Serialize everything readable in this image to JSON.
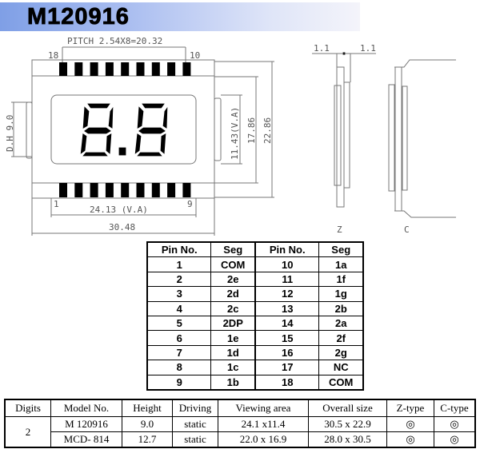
{
  "title": "M120916",
  "drawing": {
    "pitch": "PITCH 2.54X8=20.32",
    "pin_top_left": "18",
    "pin_top_right": "10",
    "pin_bottom_left": "1",
    "pin_bottom_right": "9",
    "va_width": "24.13 (V.A)",
    "overall_width": "30.48",
    "digit_height": "D.H 9.0",
    "va_height": "11.43(V.A)",
    "inner_height": "17.86",
    "overall_height": "22.86",
    "side_dim_left": "1.1",
    "side_dim_right": "1.1",
    "z_label": "Z",
    "c_label": "C"
  },
  "pin_table": {
    "headers": [
      "Pin No.",
      "Seg",
      "Pin No.",
      "Seg"
    ],
    "rows": [
      [
        "1",
        "COM",
        "10",
        "1a"
      ],
      [
        "2",
        "2e",
        "11",
        "1f"
      ],
      [
        "3",
        "2d",
        "12",
        "1g"
      ],
      [
        "4",
        "2c",
        "13",
        "2b"
      ],
      [
        "5",
        "2DP",
        "14",
        "2a"
      ],
      [
        "6",
        "1e",
        "15",
        "2f"
      ],
      [
        "7",
        "1d",
        "16",
        "2g"
      ],
      [
        "8",
        "1c",
        "17",
        "NC"
      ],
      [
        "9",
        "1b",
        "18",
        "COM"
      ]
    ]
  },
  "spec_table": {
    "headers": [
      "Digits",
      "Model No.",
      "Height",
      "Driving",
      "Viewing area",
      "Overall size",
      "Z-type",
      "C-type"
    ],
    "digits": "2",
    "rows": [
      [
        "M 120916",
        "9.0",
        "static",
        "24.1 x11.4",
        "30.5 x 22.9",
        "◎",
        "◎"
      ],
      [
        "MCD- 814",
        "12.7",
        "static",
        "22.0 x 16.9",
        "28.0 x 30.5",
        "◎",
        "◎"
      ]
    ]
  }
}
